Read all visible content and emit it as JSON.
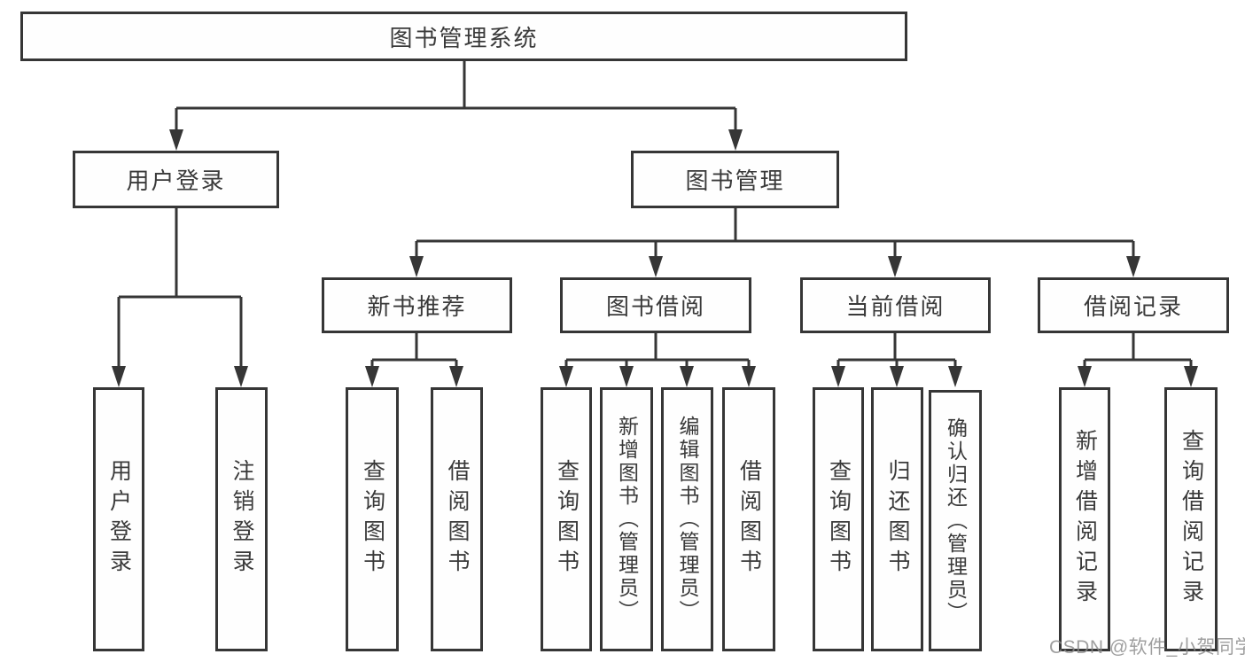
{
  "diagram": {
    "root": {
      "label": "图书管理系统"
    },
    "branches": [
      {
        "label": "用户登录",
        "children": [
          {
            "label": "用户登录"
          },
          {
            "label": "注销登录"
          }
        ]
      },
      {
        "label": "图书管理",
        "children": [
          {
            "label": "新书推荐",
            "children": [
              {
                "label": "查询图书"
              },
              {
                "label": "借阅图书"
              }
            ]
          },
          {
            "label": "图书借阅",
            "children": [
              {
                "label": "查询图书"
              },
              {
                "label": "新增图书（管理员）"
              },
              {
                "label": "编辑图书（管理员）"
              },
              {
                "label": "借阅图书"
              }
            ]
          },
          {
            "label": "当前借阅",
            "children": [
              {
                "label": "查询图书"
              },
              {
                "label": "归还图书"
              },
              {
                "label": "确认归还（管理员）"
              }
            ]
          },
          {
            "label": "借阅记录",
            "children": [
              {
                "label": "新增借阅记录"
              },
              {
                "label": "查询借阅记录"
              }
            ]
          }
        ]
      }
    ]
  },
  "watermark": {
    "text": "CSDN @软件_小贺同学"
  },
  "colors": {
    "line": "#363636",
    "text": "#3a3a3a",
    "background": "#ffffff",
    "watermark": "#8a8a8a"
  }
}
